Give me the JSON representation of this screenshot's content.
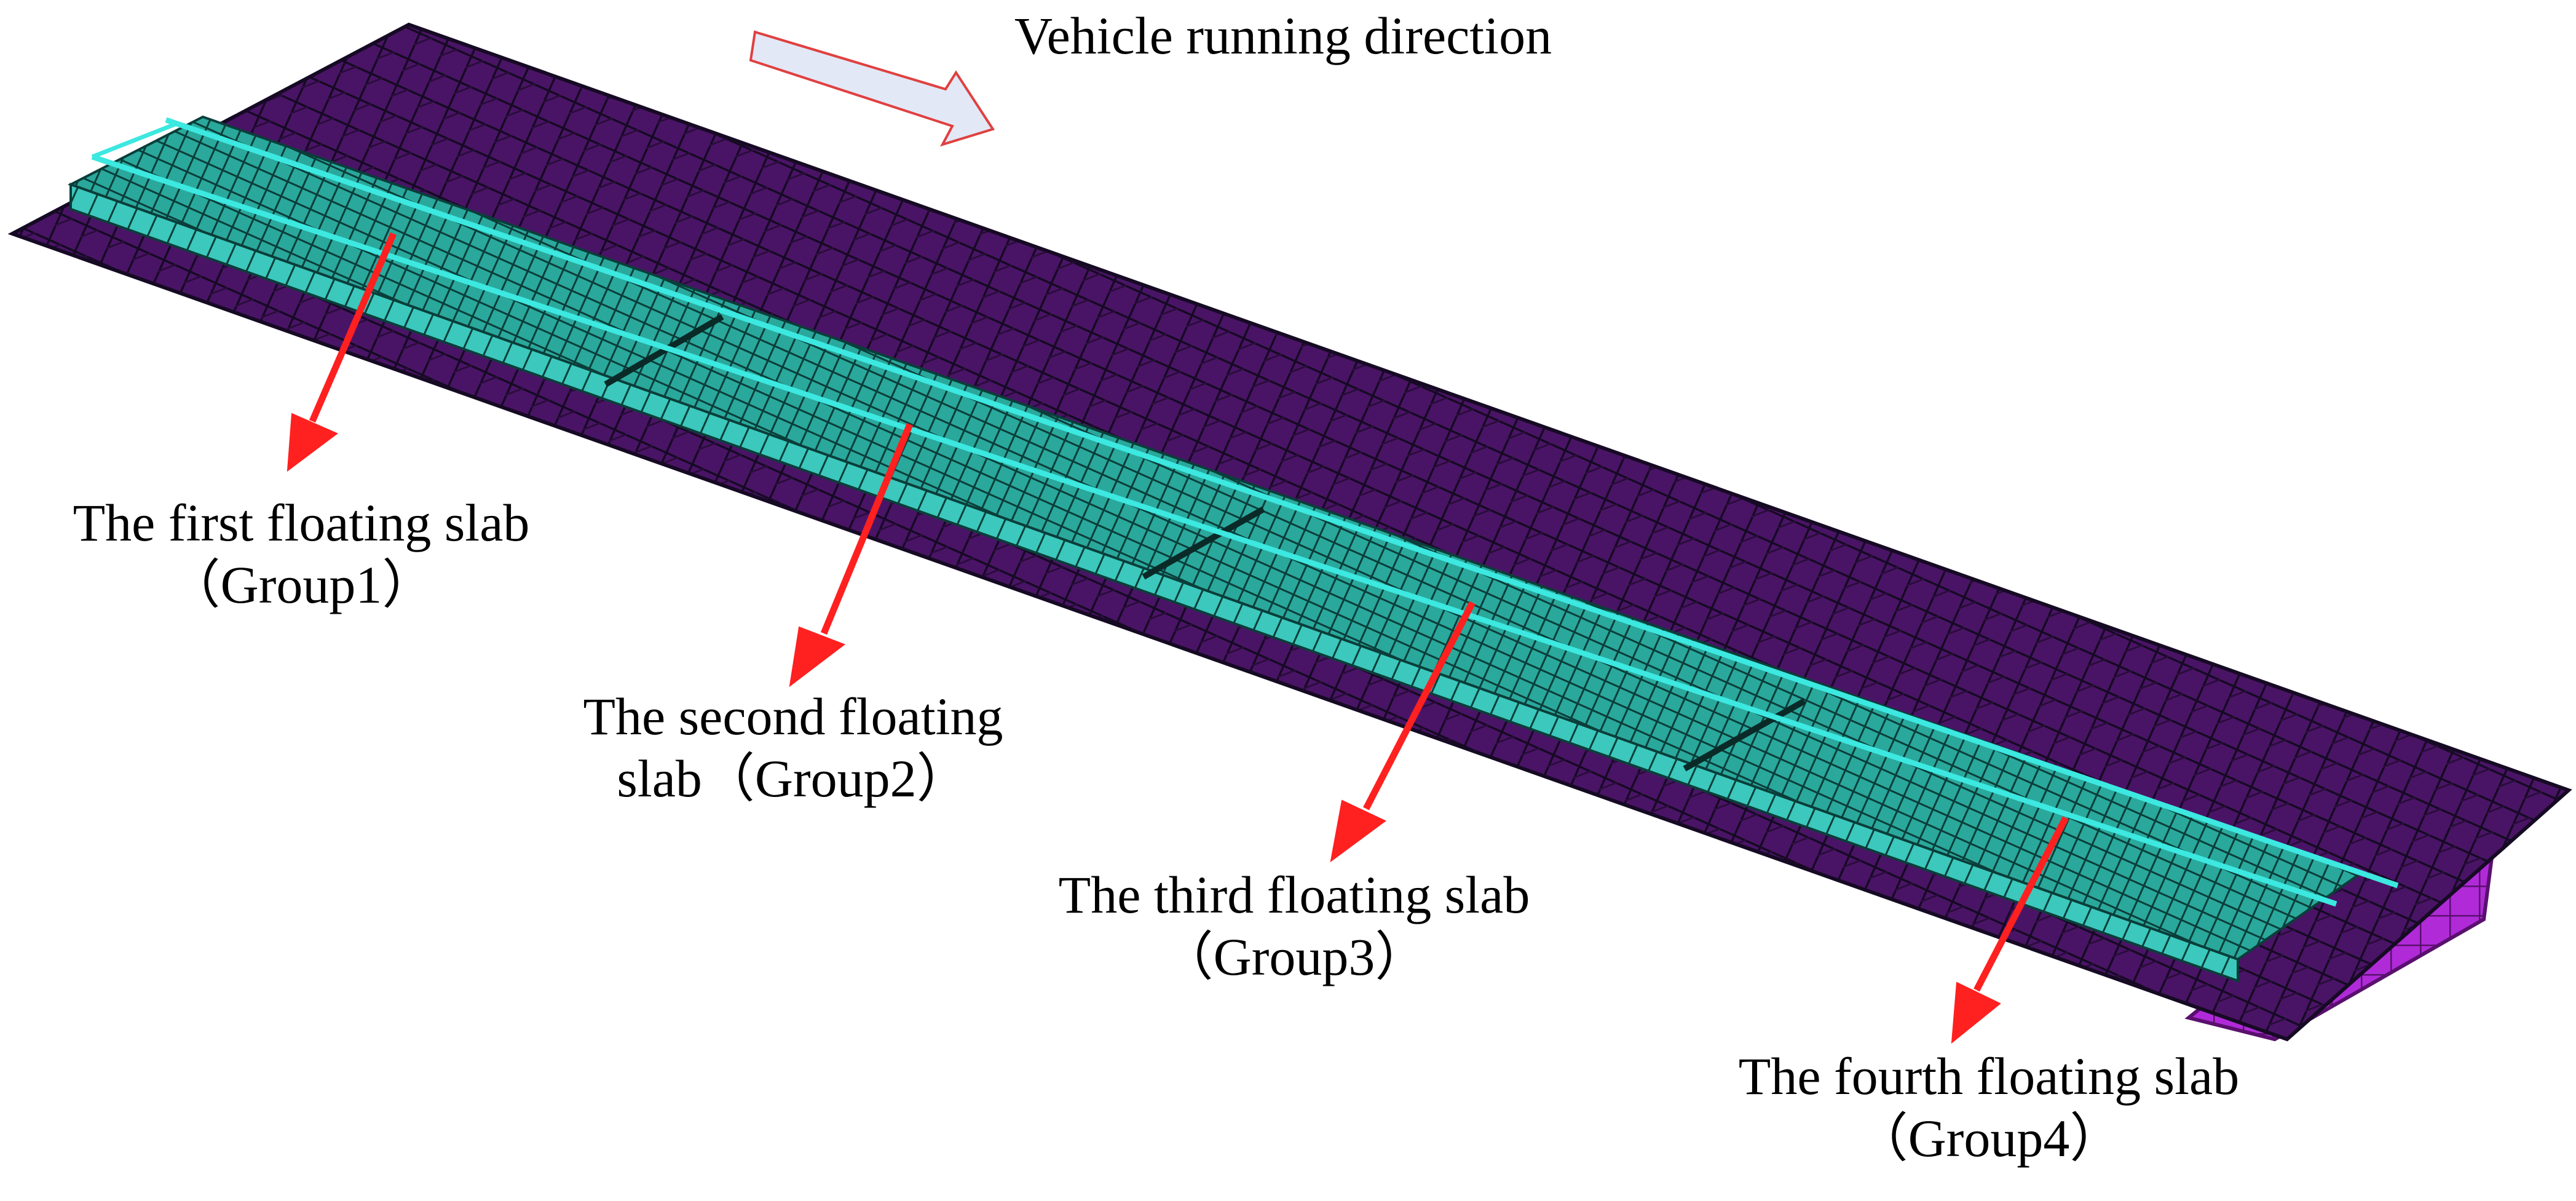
{
  "direction": {
    "label": "Vehicle running direction"
  },
  "groups": [
    {
      "line1": "The first floating slab",
      "line2": "（Group1）"
    },
    {
      "line1": "The second floating",
      "line2": "slab（Group2）"
    },
    {
      "line1": "The third floating slab",
      "line2": "（Group3）"
    },
    {
      "line1": "The fourth floating slab",
      "line2": "（Group4）"
    }
  ],
  "colors": {
    "base_plate": "#4a1466",
    "base_mesh": "#160a24",
    "slab": "#2aa89c",
    "slab_mesh": "#0a3e3a",
    "rail": "#3ce8e0",
    "end_section": "#b02ad8",
    "arrow": "#ff2020",
    "direction_arrow_fill": "#e2e8f6",
    "direction_arrow_stroke": "#e04040"
  }
}
